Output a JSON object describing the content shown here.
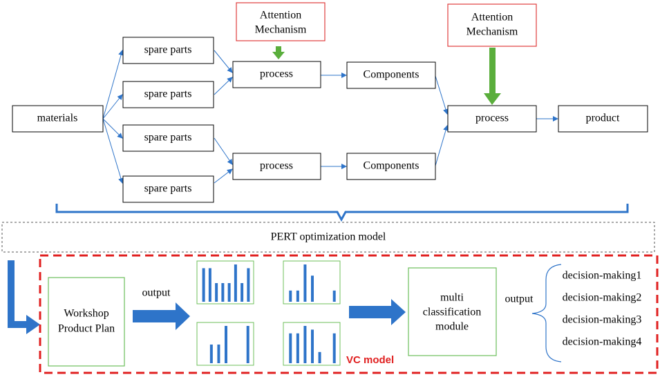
{
  "nodes": {
    "materials": "materials",
    "spare_parts": [
      "spare parts",
      "spare parts",
      "spare parts",
      "spare parts"
    ],
    "process_top": "process",
    "process_bottom": "process",
    "process_final": "process",
    "components": [
      "Components",
      "Components"
    ],
    "product": "product",
    "attention_left": [
      "Attention",
      "Mechanism"
    ],
    "attention_right": [
      "Attention",
      "Mechanism"
    ]
  },
  "pert": {
    "label": "PERT optimization model"
  },
  "vc": {
    "label": "VC model",
    "workshop": [
      "Workshop",
      "Product Plan"
    ],
    "output_left": "output",
    "classifier": [
      "multi",
      "classification",
      "module"
    ],
    "output_right": "output",
    "decisions": [
      "decision-making1",
      "decision-making2",
      "decision-making3",
      "decision-making4"
    ]
  },
  "colors": {
    "arrow_blue": "#2e74c9",
    "attention_green": "#5aae3c",
    "vc_red": "#e02020"
  },
  "mini_charts": [
    [
      9,
      9,
      5,
      5,
      5,
      10,
      5,
      9
    ],
    [
      3,
      3,
      10,
      7,
      0,
      0,
      3
    ],
    [
      0,
      5,
      5,
      10,
      0,
      0,
      10
    ],
    [
      8,
      8,
      10,
      9,
      3,
      0,
      8
    ]
  ]
}
